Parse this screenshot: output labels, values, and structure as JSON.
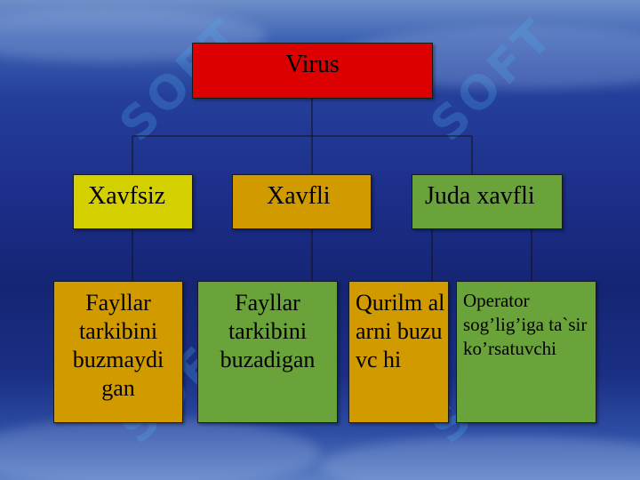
{
  "watermark": "SOFT",
  "root": {
    "label": "Virus",
    "color": "#dd0000"
  },
  "categories": [
    {
      "label": "Xavfsiz",
      "color": "#d4d000"
    },
    {
      "label": "Xavfli",
      "color": "#d19b00"
    },
    {
      "label": "Juda xavfli",
      "color": "#6aa33a"
    }
  ],
  "leaves": [
    {
      "text": "Fayllar tarkibini buzmaydi gan",
      "color": "#d19b00"
    },
    {
      "text": "Fayllar tarkibini buzadigan",
      "color": "#6aa33a"
    },
    {
      "text": "Qurilm alarni buzuvc hi",
      "color": "#d19b00"
    },
    {
      "text": "Operator sog’lig’iga ta`sir ko’rsatuvchi",
      "color": "#6aa33a"
    }
  ]
}
